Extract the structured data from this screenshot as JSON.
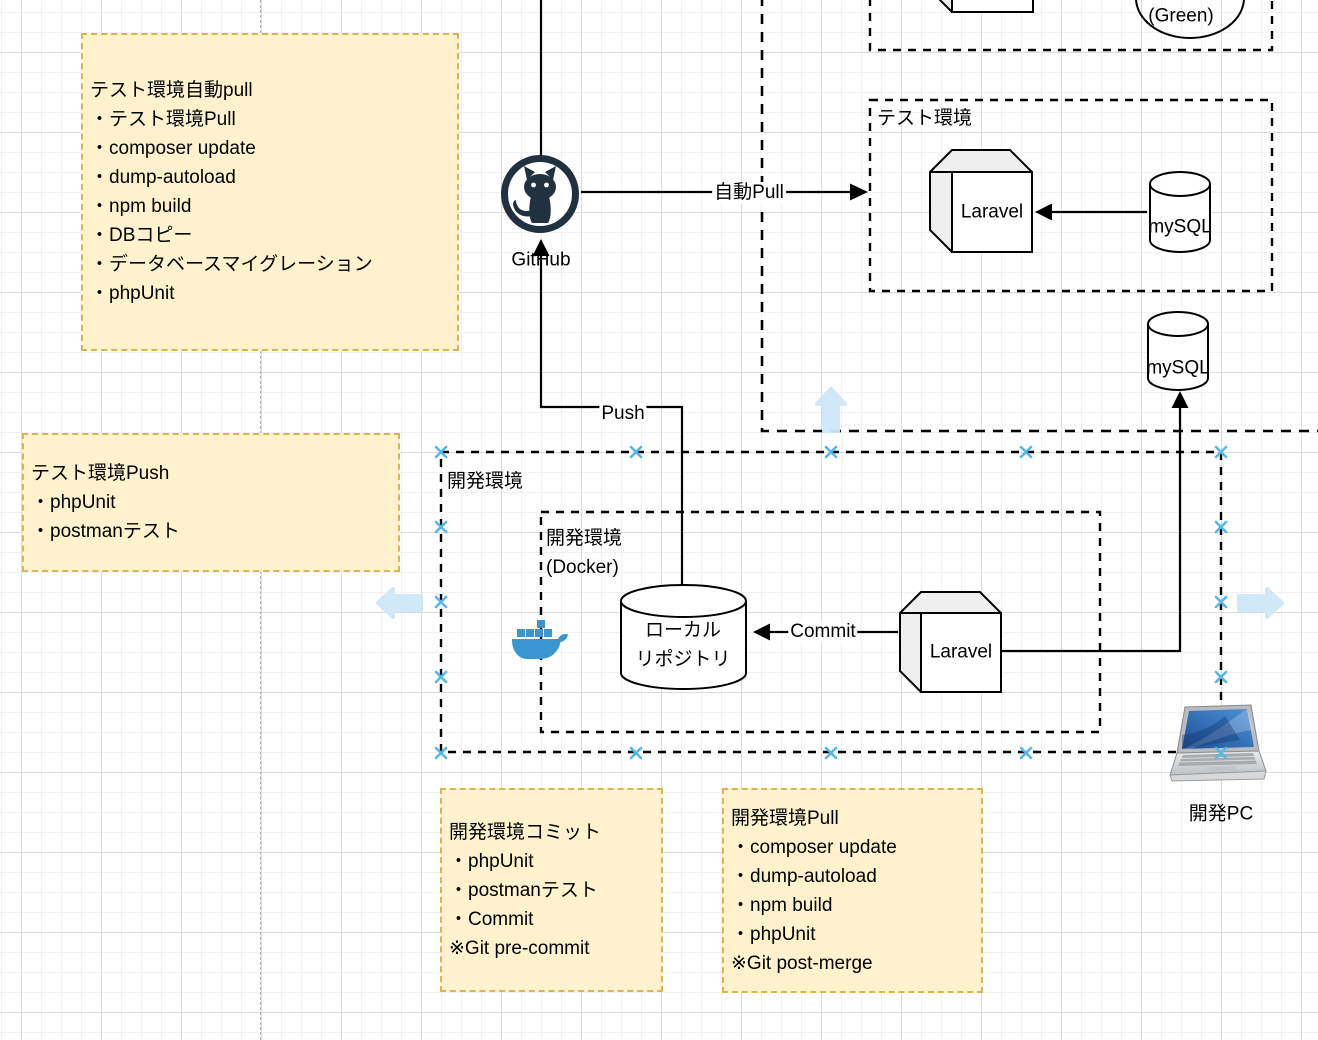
{
  "diagram": {
    "containers": {
      "production_partial": {
        "label": "(Green)"
      },
      "test_env": {
        "label": "テスト環境"
      },
      "dev_env": {
        "label": "開発環境"
      },
      "docker_env": {
        "label_line1": "開発環境",
        "label_line2": "(Docker)"
      }
    },
    "nodes": {
      "github": {
        "label": "GitHub"
      },
      "laravel_test": {
        "label": "Laravel"
      },
      "mysql_test": {
        "label": "mySQL"
      },
      "mysql_shared": {
        "label": "mySQL"
      },
      "local_repo": {
        "label_line1": "ローカル",
        "label_line2": "リポジトリ"
      },
      "laravel_dev": {
        "label": "Laravel"
      },
      "dev_pc": {
        "label": "開発PC"
      }
    },
    "edges": {
      "auto_pull": {
        "label": "自動Pull"
      },
      "push": {
        "label": "Push"
      },
      "commit": {
        "label": "Commit"
      }
    },
    "notes": [
      {
        "lines": [
          "テスト環境自動pull",
          "・テスト環境Pull",
          "・composer update",
          "・dump-autoload",
          "・npm build",
          "・DBコピー",
          "・データベースマイグレーション",
          "・phpUnit"
        ]
      },
      {
        "lines": [
          "テスト環境Push",
          "・phpUnit",
          "・postmanテスト"
        ]
      },
      {
        "lines": [
          "開発環境コミット",
          "・phpUnit",
          "・postmanテスト",
          "・Commit",
          "※Git pre-commit"
        ]
      },
      {
        "lines": [
          "開発環境Pull",
          "・composer update",
          "・dump-autoload",
          "・npm build",
          "・phpUnit",
          "※Git post-merge"
        ]
      }
    ],
    "colors": {
      "note_bg": "#FFF2CC",
      "note_border": "#D6B656",
      "docker_blue": "#3A96D2",
      "github_navy": "#22313F",
      "connection_handle_blue": "#55B8EA",
      "hover_arrow_blue": "#CFE7F8"
    }
  }
}
